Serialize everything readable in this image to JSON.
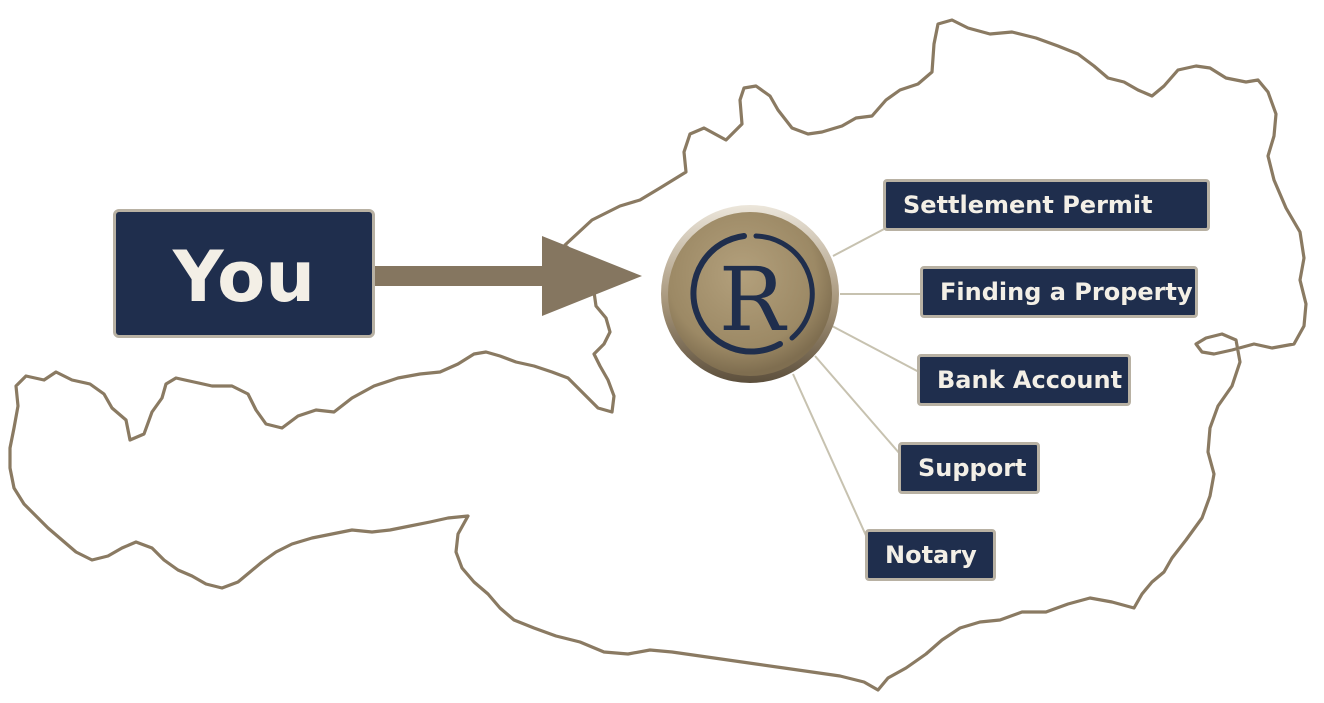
{
  "you": {
    "label": "You"
  },
  "hub": {
    "letter": "R",
    "icon": "registered-r-logo-icon"
  },
  "services": [
    {
      "label": "Settlement Permit"
    },
    {
      "label": "Finding a Property"
    },
    {
      "label": "Bank Account"
    },
    {
      "label": "Support"
    },
    {
      "label": "Notary"
    }
  ],
  "colors": {
    "navy": "#1f2e4d",
    "box_text": "#f3efe6",
    "box_border": "#b8b1a3",
    "map_outline": "#8a7a62",
    "arrow": "#857660",
    "hub_gold": "#a08d6a",
    "connector": "#c7c2b0"
  }
}
